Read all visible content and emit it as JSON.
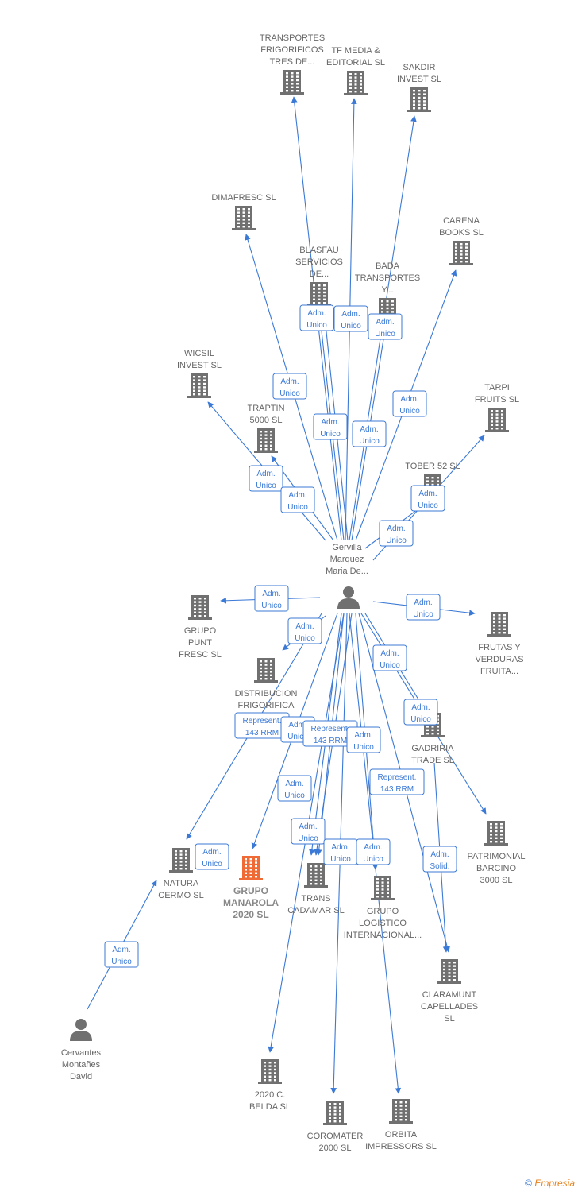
{
  "colors": {
    "edge": "#3b79d6",
    "company": "#707070",
    "highlight": "#f06a35",
    "person": "#707070",
    "text": "#666666"
  },
  "people": [
    {
      "id": "gervilla",
      "lines": [
        "Gervilla",
        "Marquez",
        "Maria De..."
      ],
      "icon": "person-icon",
      "hidden_icon": true
    },
    {
      "id": "main",
      "lines": [],
      "icon": "person-icon"
    },
    {
      "id": "cervantes",
      "lines": [
        "Cervantes",
        "Montañes",
        "David"
      ],
      "icon": "person-icon"
    }
  ],
  "companies": [
    {
      "id": "transportes",
      "lines": [
        "TRANSPORTES",
        "FRIGORIFICOS",
        "TRES DE..."
      ]
    },
    {
      "id": "tfmedia",
      "lines": [
        "TF MEDIA &",
        "EDITORIAL SL"
      ]
    },
    {
      "id": "sakdir",
      "lines": [
        "SAKDIR",
        "INVEST SL"
      ]
    },
    {
      "id": "dimafresc",
      "lines": [
        "DIMAFRESC SL"
      ]
    },
    {
      "id": "carena",
      "lines": [
        "CARENA",
        "BOOKS SL"
      ]
    },
    {
      "id": "blasfau",
      "lines": [
        "BLASFAU",
        "SERVICIOS",
        "DE..."
      ]
    },
    {
      "id": "bada",
      "lines": [
        "BADA",
        "TRANSPORTES",
        "Y..."
      ]
    },
    {
      "id": "wicsil",
      "lines": [
        "WICSIL",
        "INVEST SL"
      ]
    },
    {
      "id": "traptin",
      "lines": [
        "TRAPTIN",
        "5000 SL"
      ]
    },
    {
      "id": "tarpi",
      "lines": [
        "TARPI",
        "FRUITS SL"
      ]
    },
    {
      "id": "tober",
      "lines": [
        "TOBER 52 SL"
      ]
    },
    {
      "id": "grupopunt",
      "lines": [
        "GRUPO",
        "PUNT",
        "FRESC SL"
      ]
    },
    {
      "id": "frutas",
      "lines": [
        "FRUTAS Y",
        "VERDURAS",
        "FRUITA..."
      ]
    },
    {
      "id": "distribucion",
      "lines": [
        "DISTRIBUCION",
        "FRIGORIFICA",
        "ES..."
      ]
    },
    {
      "id": "gadriria",
      "lines": [
        "GADRIRIA",
        "TRADE SL"
      ]
    },
    {
      "id": "patrimonial",
      "lines": [
        "PATRIMONIAL",
        "BARCINO",
        "3000 SL"
      ]
    },
    {
      "id": "natura",
      "lines": [
        "NATURA",
        "CERMO SL"
      ]
    },
    {
      "id": "manarola",
      "lines": [
        "GRUPO",
        "MANAROLA",
        "2020 SL"
      ],
      "highlight": true
    },
    {
      "id": "transcadamar",
      "lines": [
        "TRANS",
        "CADAMAR SL"
      ]
    },
    {
      "id": "logistico",
      "lines": [
        "GRUPO",
        "LOGISTICO",
        "INTERNACIONAL..."
      ]
    },
    {
      "id": "claramunt",
      "lines": [
        "CLARAMUNT",
        "CAPELLADES",
        "SL"
      ]
    },
    {
      "id": "belda",
      "lines": [
        "2020 C.",
        "BELDA SL"
      ]
    },
    {
      "id": "coromater",
      "lines": [
        "COROMATER",
        "2000 SL"
      ]
    },
    {
      "id": "orbita",
      "lines": [
        "ORBITA",
        "IMPRESSORS SL"
      ]
    }
  ],
  "relations": [
    {
      "lines": [
        "Adm.",
        "Unico"
      ]
    },
    {
      "lines": [
        "Adm.",
        "Unico"
      ]
    },
    {
      "lines": [
        "Adm.",
        "Unico"
      ]
    },
    {
      "lines": [
        "Adm.",
        "Unico"
      ]
    },
    {
      "lines": [
        "Adm.",
        "Unico"
      ]
    },
    {
      "lines": [
        "Adm.",
        "Unico"
      ]
    },
    {
      "lines": [
        "Adm.",
        "Unico"
      ]
    },
    {
      "lines": [
        "Adm.",
        "Unico"
      ]
    },
    {
      "lines": [
        "Adm.",
        "Unico"
      ]
    },
    {
      "lines": [
        "Adm.",
        "Unico"
      ]
    },
    {
      "lines": [
        "Adm.",
        "Unico"
      ]
    },
    {
      "lines": [
        "Adm.",
        "Unico"
      ]
    },
    {
      "lines": [
        "Adm.",
        "Unico"
      ]
    },
    {
      "lines": [
        "Adm.",
        "Unico"
      ]
    },
    {
      "lines": [
        "Adm.",
        "Unico"
      ]
    },
    {
      "lines": [
        "Adm.",
        "Unico"
      ]
    },
    {
      "lines": [
        "Represent.",
        "143 RRM"
      ]
    },
    {
      "lines": [
        "Adm.",
        "Unico"
      ]
    },
    {
      "lines": [
        "Represent.",
        "143 RRM"
      ]
    },
    {
      "lines": [
        "Adm.",
        "Unico"
      ]
    },
    {
      "lines": [
        "Represent.",
        "143 RRM"
      ]
    },
    {
      "lines": [
        "Adm.",
        "Unico"
      ]
    },
    {
      "lines": [
        "Adm.",
        "Unico"
      ]
    },
    {
      "lines": [
        "Adm.",
        "Unico"
      ]
    },
    {
      "lines": [
        "Adm.",
        "Unico"
      ]
    },
    {
      "lines": [
        "Adm.",
        "Solid."
      ]
    },
    {
      "lines": [
        "Adm.",
        "Unico"
      ]
    },
    {
      "lines": [
        "Adm.",
        "Unico"
      ]
    }
  ],
  "footer": {
    "copyright": "©",
    "brand": "Empresia"
  }
}
